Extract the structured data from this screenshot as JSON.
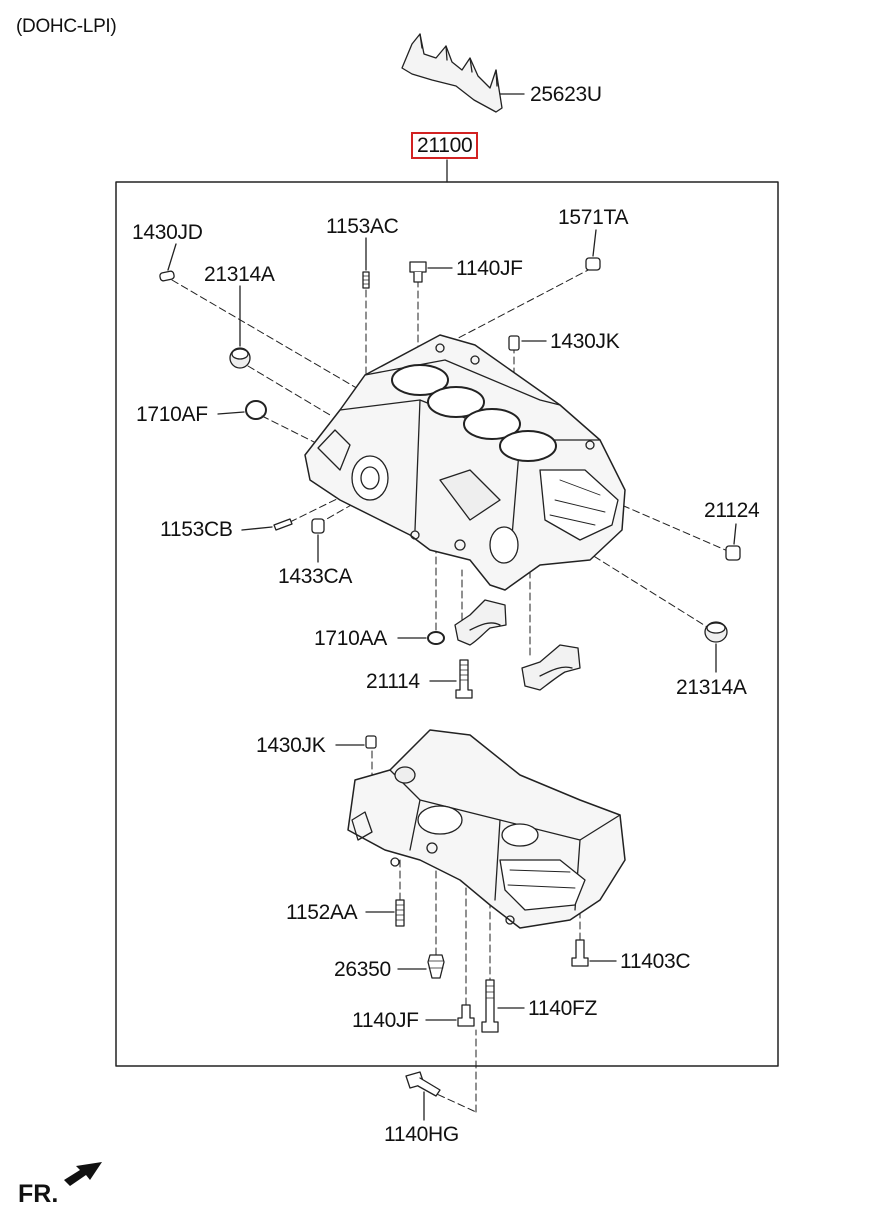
{
  "header": {
    "variant": "(DOHC-LPI)"
  },
  "callouts": {
    "p25623U": "25623U",
    "p21100": "21100",
    "p1430JD": "1430JD",
    "p1153AC": "1153AC",
    "p1571TA": "1571TA",
    "p21314A_top": "21314A",
    "p1140JF_top": "1140JF",
    "p1430JK_top": "1430JK",
    "p1710AF": "1710AF",
    "p21124": "21124",
    "p1153CB": "1153CB",
    "p1433CA": "1433CA",
    "p1710AA": "1710AA",
    "p21314A_bottom": "21314A",
    "p21114": "21114",
    "p1430JK_bottom": "1430JK",
    "p1152AA": "1152AA",
    "p26350": "26350",
    "p11403C": "11403C",
    "p1140FZ": "1140FZ",
    "p1140JF_bottom": "1140JF",
    "p1140HG": "1140HG"
  },
  "highlight": {
    "color": "#d22222",
    "part": "21100"
  },
  "footer": {
    "direction": "FR."
  }
}
